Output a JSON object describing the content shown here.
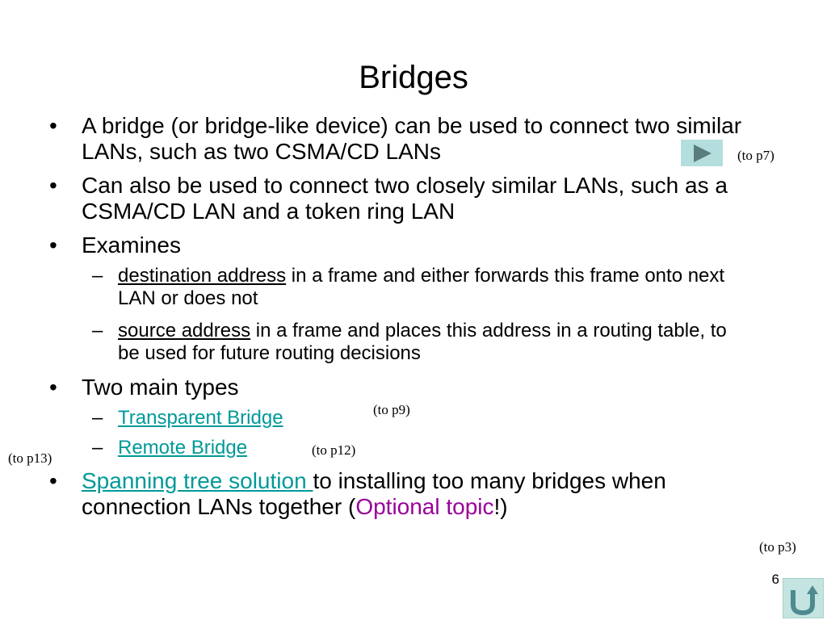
{
  "slide": {
    "title": "Bridges",
    "page_number": "6"
  },
  "bullets": {
    "b1": "A bridge (or bridge-like device) can be used to connect two similar LANs, such as two CSMA/CD LANs",
    "b2": "Can also be used to connect two closely similar LANs, such as a CSMA/CD LAN and a token ring LAN",
    "b3": "Examines",
    "b3_sub1_link": "destination address",
    "b3_sub1_rest": " in a frame and either forwards this frame onto next LAN or does not",
    "b3_sub2_link": "source address",
    "b3_sub2_rest": " in a frame and places this address in a routing table, to be used for future routing decisions",
    "b4": "Two main types",
    "b4_sub1_link": "Transparent Bridge",
    "b4_sub2_link": "Remote Bridge",
    "b5_link": "Spanning tree solution ",
    "b5_text": "to installing too many bridges when connection LANs together (",
    "b5_optional": "Optional topic",
    "b5_end": "!)"
  },
  "symbols": {
    "bullet": "•",
    "dash": "–"
  },
  "notes": {
    "to_p7": "(to p7)",
    "to_p9": "(to p9)",
    "to_p12": "(to p12)",
    "to_p13": "(to p13)",
    "to_p3": "(to p3)"
  },
  "navigation": {
    "next_icon": "play-arrow-icon",
    "home_icon": "return-home-icon"
  },
  "colors": {
    "link": "#009999",
    "optional": "#990099",
    "button_bg": "#b4dede"
  }
}
